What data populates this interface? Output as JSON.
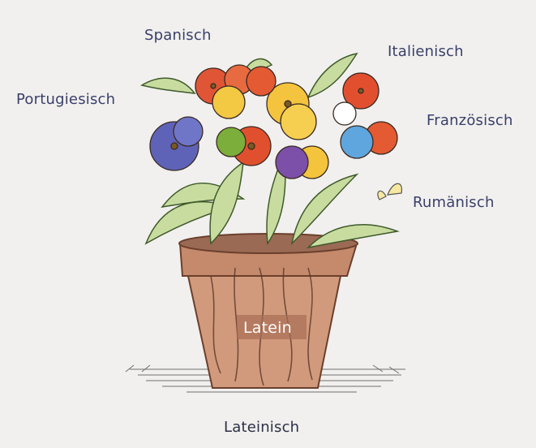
{
  "labels": {
    "spanisch": "Spanisch",
    "italienisch": "Italienisch",
    "portugiesisch": "Portugiesisch",
    "franzoesisch": "Französisch",
    "rumaenisch": "Rumänisch",
    "latein": "Latein",
    "lateinisch": "Lateinisch"
  },
  "colors": {
    "label_text": "#3a3f6a",
    "pot": "#c98b6a",
    "leaves": "#c9dca0"
  }
}
